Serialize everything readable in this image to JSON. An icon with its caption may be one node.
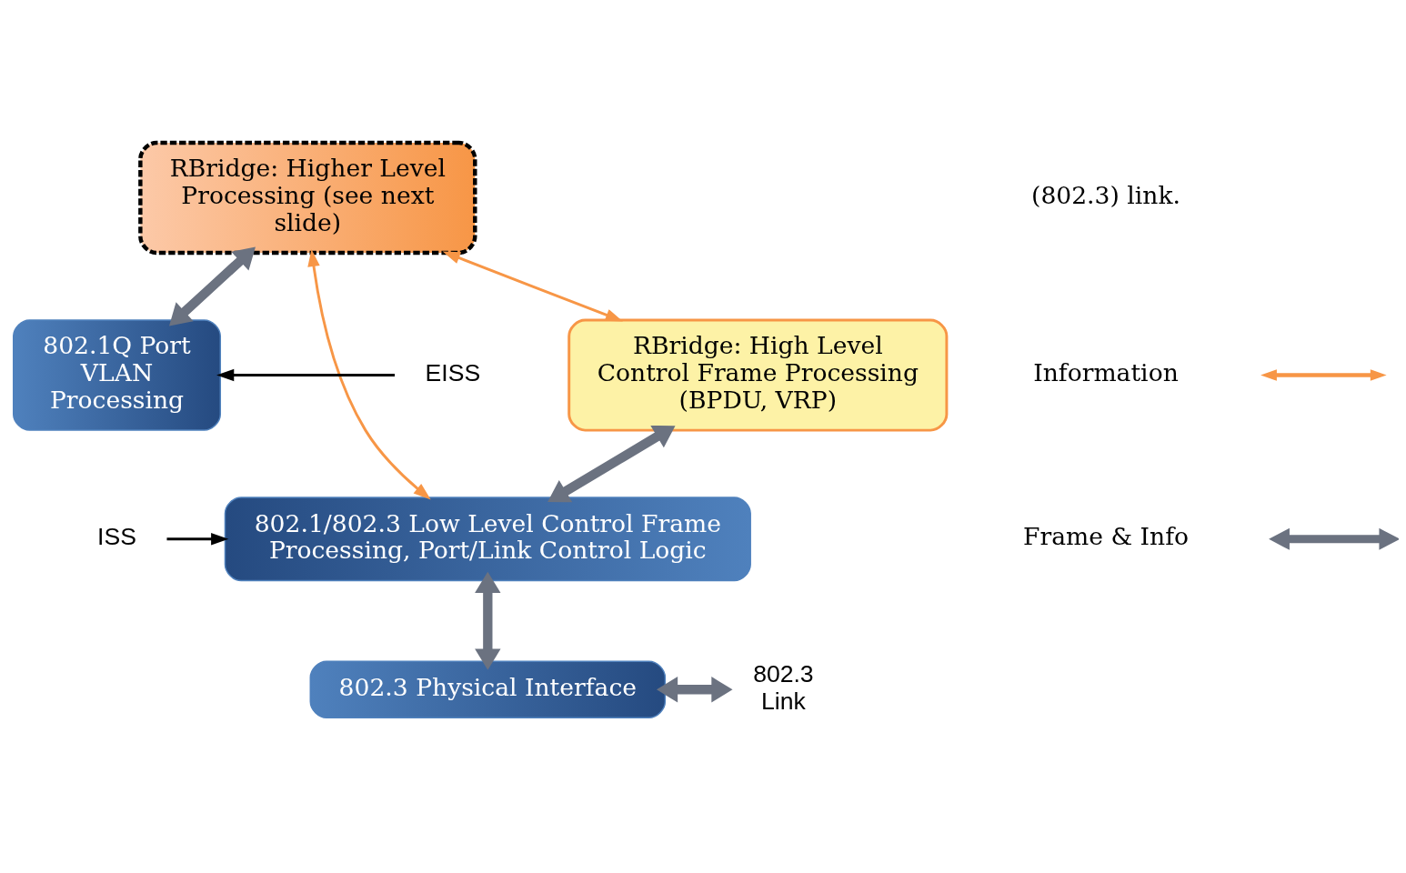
{
  "diagram": {
    "nodes": [
      {
        "text": [
          "RBridge: Higher Level Processing (see next slide)"
        ]
      },
      {
        "text": [
          "RBridge: High Level Control Frame Processing (BPDU, VRP)"
        ]
      },
      {
        "text": [
          "802.1Q Port VLAN Processing"
        ]
      },
      {
        "text": [
          "802.1/802.3 Low Level Control Frame Processing, Port/Link Control Logic"
        ]
      },
      {
        "text": [
          "802.3 Physical Interface"
        ]
      },
      {
        "text": [
          "802.3 Link"
        ]
      },
      {
        "text": [
          "EISS"
        ]
      },
      {
        "text": [
          "ISS"
        ]
      }
    ],
    "edges": [
      {
        "from": 0,
        "to": 1,
        "arrow": "both",
        "color": "#f79646"
      },
      {
        "from": 3,
        "to": 0,
        "arrow": "both",
        "color": "#f79646"
      },
      {
        "from": 0,
        "to": 2,
        "arrow": "both",
        "style": "thick"
      },
      {
        "from": 1,
        "to": 3,
        "arrow": "both",
        "style": "thick"
      },
      {
        "from": 3,
        "to": 4,
        "arrow": "both",
        "style": "thick"
      },
      {
        "from": 4,
        "to": 5,
        "arrow": "both",
        "style": "thick"
      },
      {
        "from": 6,
        "to": 2,
        "arrow": "to",
        "color": "#000000"
      },
      {
        "from": 7,
        "to": 3,
        "arrow": "to",
        "color": "#000000"
      }
    ],
    "labels": [
      "(802.3) link."
    ],
    "legend": [
      {
        "text": "Information"
      },
      {
        "text": "Frame & Info"
      }
    ]
  }
}
